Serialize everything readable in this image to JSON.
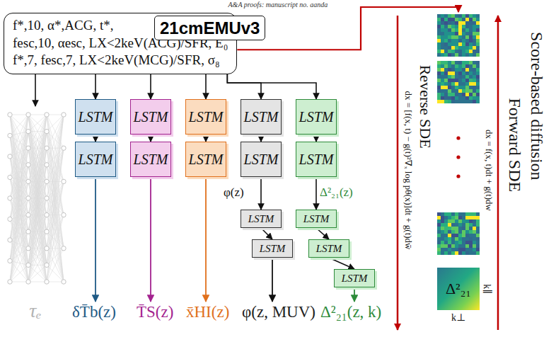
{
  "diagram": {
    "nodes": [
      {
        "text": [
          "f*,10, α*,ACG, t*,",
          "fesc,10, αesc, LX<2keV(ACG)/SFR, E₀",
          "f*,7, fesc,7, LX<2keV(MCG)/SFR, σ₈"
        ]
      },
      {
        "text": [
          "21cmEMUv3"
        ]
      },
      {
        "text": [
          "τₑ"
        ]
      },
      {
        "text": [
          "LSTM"
        ]
      },
      {
        "text": [
          "LSTM"
        ]
      },
      {
        "text": [
          "LSTM"
        ]
      },
      {
        "text": [
          "LSTM"
        ]
      },
      {
        "text": [
          "LSTM"
        ]
      },
      {
        "text": [
          "LSTM"
        ]
      },
      {
        "text": [
          "LSTM"
        ]
      },
      {
        "text": [
          "LSTM"
        ]
      },
      {
        "text": [
          "LSTM"
        ]
      },
      {
        "text": [
          "LSTM"
        ]
      },
      {
        "text": [
          "LSTM"
        ]
      },
      {
        "text": [
          "LSTM"
        ]
      },
      {
        "text": [
          "LSTM"
        ]
      },
      {
        "text": [
          "LSTM"
        ]
      },
      {
        "text": [
          "LSTM"
        ]
      },
      {
        "text": [
          "Δ²₂₁"
        ]
      }
    ],
    "edges": [
      {
        "from": 0,
        "to": 2,
        "arrow": "to"
      },
      {
        "from": 0,
        "to": 3,
        "arrow": "to"
      },
      {
        "from": 0,
        "to": 5,
        "arrow": "to"
      },
      {
        "from": 0,
        "to": 7,
        "arrow": "to"
      },
      {
        "from": 0,
        "to": 9,
        "arrow": "to"
      },
      {
        "from": 0,
        "to": 11,
        "arrow": "to"
      },
      {
        "from": 3,
        "to": 4,
        "arrow": "to"
      },
      {
        "from": 5,
        "to": 6,
        "arrow": "to"
      },
      {
        "from": 7,
        "to": 8,
        "arrow": "to"
      },
      {
        "from": 9,
        "to": 10,
        "arrow": "to"
      },
      {
        "from": 11,
        "to": 12,
        "arrow": "to"
      },
      {
        "from": 10,
        "to": 13,
        "arrow": "to"
      },
      {
        "from": 12,
        "to": 15,
        "arrow": "to"
      },
      {
        "from": 13,
        "to": 14,
        "arrow": "to"
      },
      {
        "from": 15,
        "to": 16,
        "arrow": "to"
      },
      {
        "from": 16,
        "to": 17,
        "arrow": "to"
      }
    ],
    "labels": [
      "A&A proofs: manuscript no. aanda",
      "δT̄b(z)",
      "T̄S(z)",
      "x̄HI(z)",
      "φ(z, MUV)",
      "Δ²₂₁(z, k)",
      "φ(z)",
      "Δ²₂₁(z)",
      "dx = [f(x, t) − g(t)²∇ₓ log pθ(x)]dt + g(t)dw̄",
      "Reverse SDE",
      "Score-based diffusion",
      "Forward SDE",
      "dx = f(x, t)dt + g(t)dw",
      "k∥",
      "k⊥"
    ]
  }
}
